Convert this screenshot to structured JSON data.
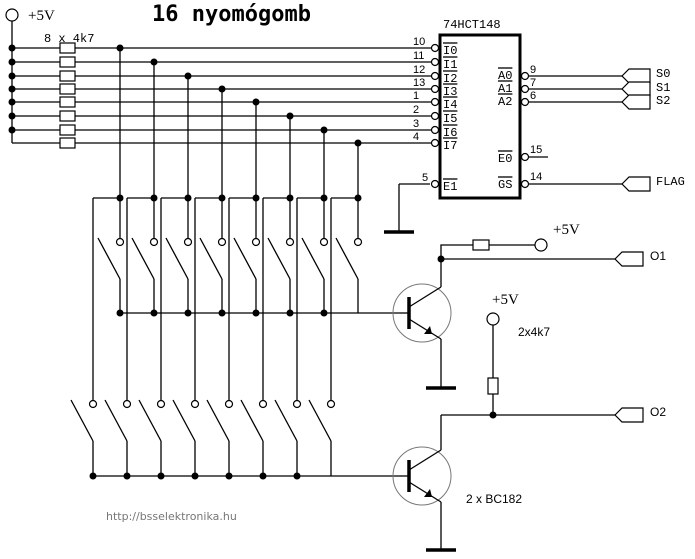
{
  "title": "16 nyomógomb",
  "supply_label": "+5V",
  "pullup_array_label": "8 x 4k7",
  "ic": {
    "part": "74HCT148",
    "inputs": [
      {
        "pin": "10",
        "name": "I0"
      },
      {
        "pin": "11",
        "name": "I1"
      },
      {
        "pin": "12",
        "name": "I2"
      },
      {
        "pin": "13",
        "name": "I3"
      },
      {
        "pin": "1",
        "name": "I4"
      },
      {
        "pin": "2",
        "name": "I5"
      },
      {
        "pin": "3",
        "name": "I6"
      },
      {
        "pin": "4",
        "name": "I7"
      }
    ],
    "enable_in": {
      "pin": "5",
      "name": "E1"
    },
    "outputs": [
      {
        "pin": "9",
        "name": "A0"
      },
      {
        "pin": "7",
        "name": "A1"
      },
      {
        "pin": "6",
        "name": "A2"
      }
    ],
    "enable_out": {
      "pin": "15",
      "name": "E0"
    },
    "group_select": {
      "pin": "14",
      "name": "GS"
    }
  },
  "ports": {
    "s0": "S0",
    "s1": "S1",
    "s2": "S2",
    "flag": "FLAG",
    "o1": "O1",
    "o2": "O2"
  },
  "transistor_supply_1": "+5V",
  "transistor_supply_2": "+5V",
  "collector_resistors_label": "2x4k7",
  "transistors_label": "2 x BC182",
  "switch_count": 16,
  "watermark": "http://bsselektronika.hu"
}
